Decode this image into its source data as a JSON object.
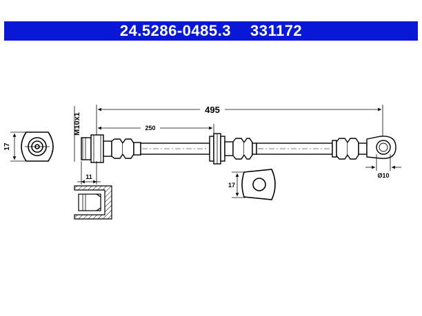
{
  "header": {
    "part_number": "24.5286-0485.3",
    "article_number": "331172",
    "bar_color": "#0a18d6",
    "text_color": "#ffffff"
  },
  "dimensions": {
    "overall_length": "495",
    "inner_length": "250",
    "thread": "M10x1",
    "left_fitting_height": "17",
    "fitting_length": "11",
    "banjo_height": "17",
    "bolt_diameter": "Ø10"
  }
}
